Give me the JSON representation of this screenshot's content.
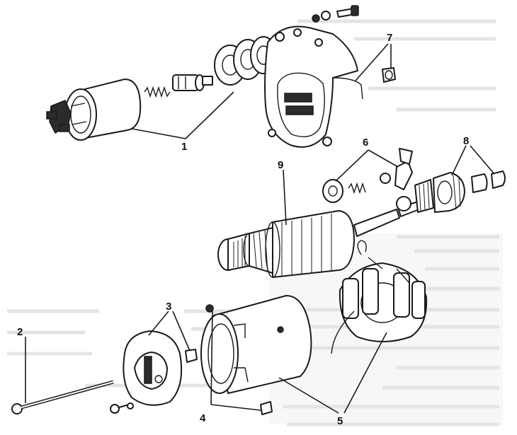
{
  "diagram": {
    "callouts": [
      {
        "id": "1",
        "text": "1"
      },
      {
        "id": "2",
        "text": "2"
      },
      {
        "id": "3",
        "text": "3"
      },
      {
        "id": "4",
        "text": "4"
      },
      {
        "id": "5",
        "text": "5"
      },
      {
        "id": "6",
        "text": "6"
      },
      {
        "id": "7",
        "text": "7"
      },
      {
        "id": "8",
        "text": "8"
      },
      {
        "id": "9",
        "text": "9"
      }
    ]
  },
  "colors": {
    "ink": "#1a1a1a",
    "paper": "#ffffff",
    "bleed_through": "#d9d9d9"
  }
}
